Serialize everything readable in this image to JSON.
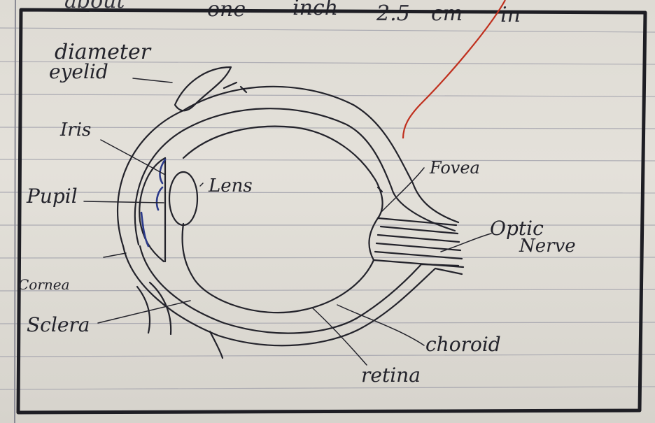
{
  "header_text": {
    "word_1": "about",
    "word_2": "one",
    "word_3": "inch",
    "word_4": "2.5",
    "word_5": "cm",
    "word_6": "in"
  },
  "diagram": {
    "labels": {
      "diameter": "diameter",
      "eyelid": "eyelid",
      "iris": "Iris",
      "pupil": "Pupil",
      "lens": "Lens",
      "cornea": "Cornea",
      "sclera": "Sclera",
      "fovea": "Fovea",
      "optic": "Optic",
      "nerve": "Nerve",
      "choroid": "choroid",
      "retina": "retina"
    }
  },
  "colors": {
    "paper": "#dedbd4",
    "ink": "#23232b",
    "blue_ink": "#2b3a8a",
    "red_pen": "#c0301e",
    "rule_line": "#9c9ca8"
  }
}
